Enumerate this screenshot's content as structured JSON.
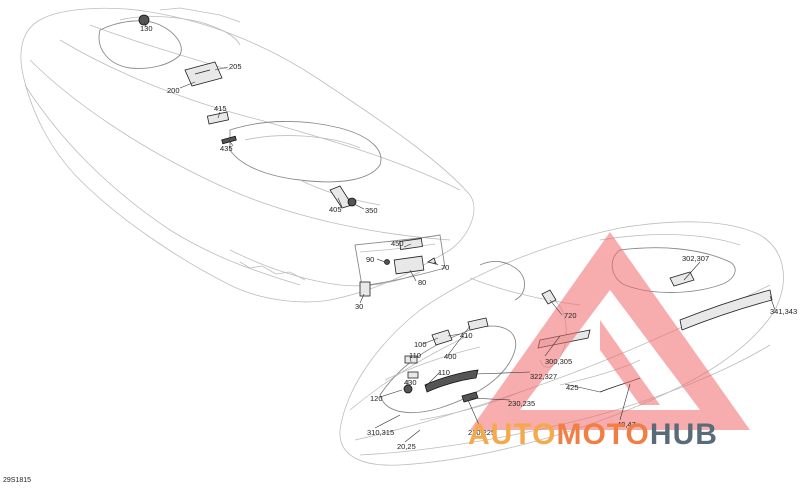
{
  "diagram": {
    "reference_code": "29S1815",
    "callouts_top": [
      "130",
      "205",
      "200",
      "415",
      "435",
      "405",
      "350",
      "450",
      "90",
      "70",
      "80",
      "30"
    ],
    "callouts_bottom": [
      "302,307",
      "341,343",
      "720",
      "410",
      "100",
      "400",
      "110",
      "110",
      "430",
      "300,305",
      "322,327",
      "425",
      "120",
      "230,235",
      "220,225",
      "40,47",
      "310,315",
      "20,25"
    ]
  },
  "watermark": {
    "word_1": "AUTO",
    "word_2": "MOTO",
    "word_3": "HUB",
    "colors": {
      "triangle": "#f26b6b",
      "auto": "#f5a94a",
      "moto": "#f07f45",
      "hub": "#596b78"
    }
  }
}
